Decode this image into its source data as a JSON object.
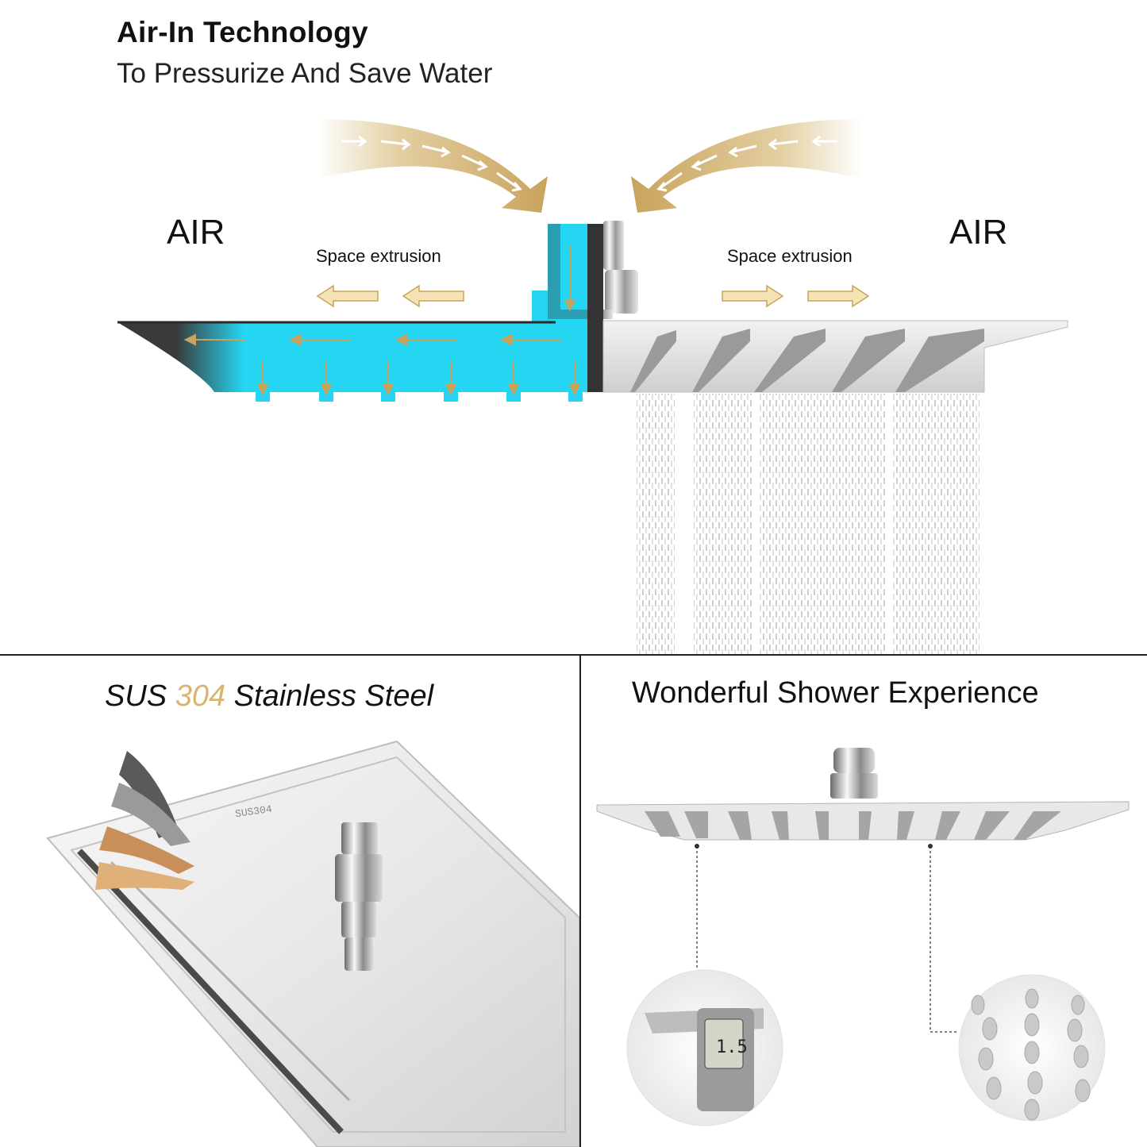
{
  "header": {
    "title": "Air-In Technology",
    "subtitle": "To Pressurize And Save Water"
  },
  "diagram": {
    "air_left": "AIR",
    "air_right": "AIR",
    "space_left": "Space extrusion",
    "space_right": "Space extrusion"
  },
  "panels": {
    "steel": {
      "heading_prefix": "SUS",
      "heading_number": "304",
      "heading_suffix": "Stainless Steel",
      "stamp": "SUS304"
    },
    "shower": {
      "heading": "Wonderful Shower Experience"
    }
  },
  "colors": {
    "gold": "#d9b46f",
    "water": "#24d6f2",
    "steel": "#c8c8c8"
  }
}
